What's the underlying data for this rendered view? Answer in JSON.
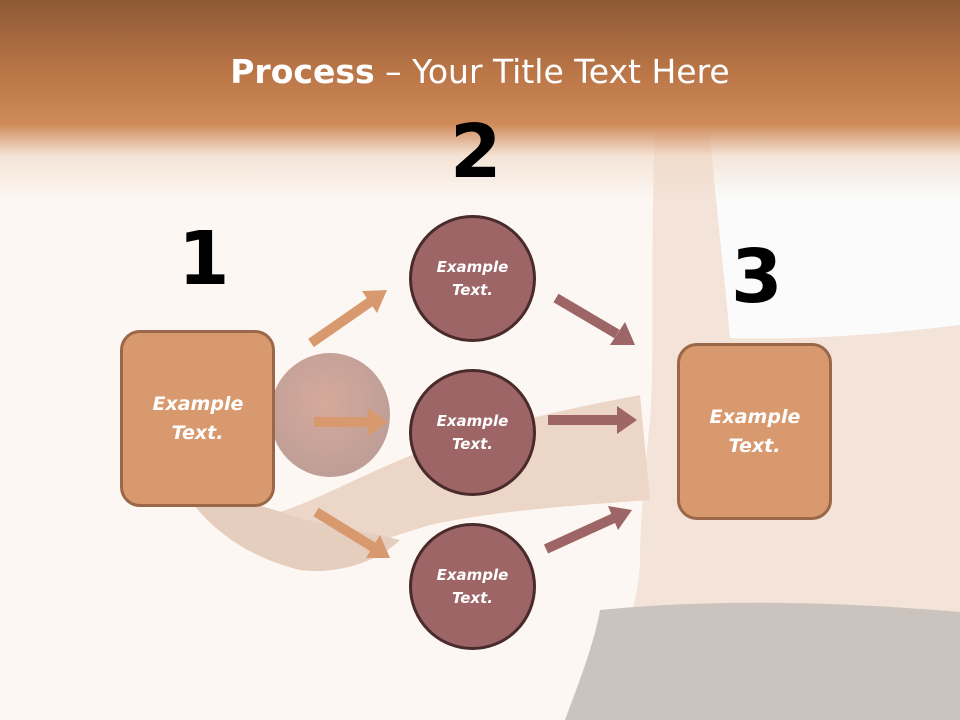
{
  "title": {
    "bold": "Process",
    "rest": " – Your Title Text Here"
  },
  "steps": {
    "one": "1",
    "two": "2",
    "three": "3"
  },
  "nodes": {
    "box_left": "Example Text.",
    "circle_top": "Example Text.",
    "circle_mid": "Example Text.",
    "circle_bottom": "Example Text.",
    "box_right": "Example Text."
  },
  "colors": {
    "box_fill": "#d8996e",
    "circle_fill": "#9e6566",
    "arrow_left": "#d8996e",
    "arrow_right": "#9e6566",
    "header": "#c27c4d"
  }
}
